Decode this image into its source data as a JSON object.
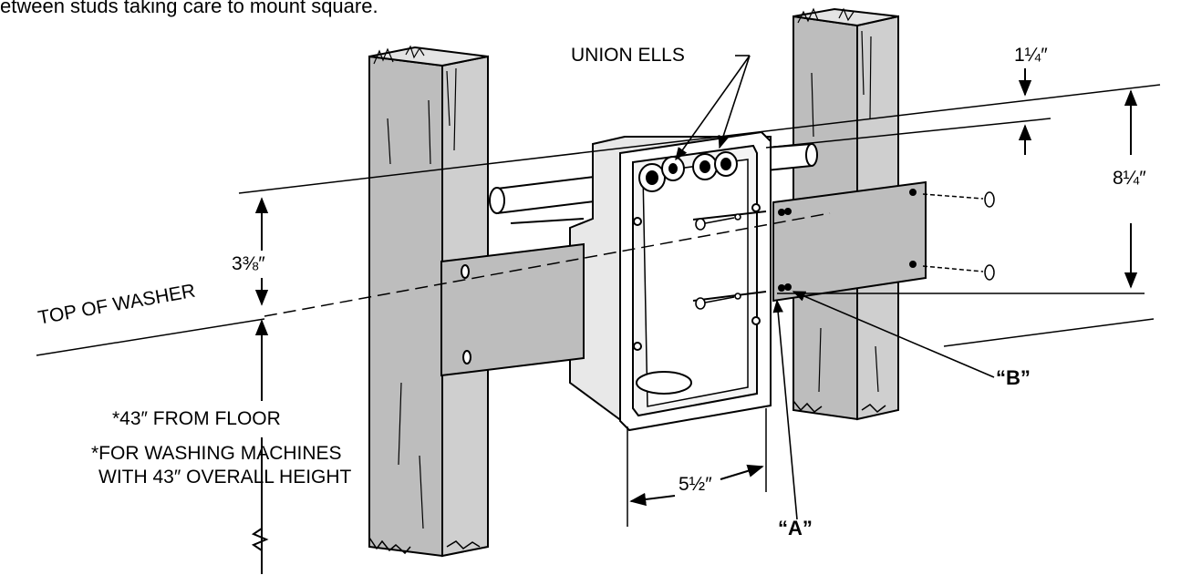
{
  "header_text": "etween studs taking care to mount square.",
  "labels": {
    "union_ells": "UNION ELLS",
    "dim_top": "1¼″",
    "dim_height": "8¼″",
    "dim_offset": "3⅜″",
    "top_of_washer": "TOP OF WASHER",
    "from_floor": "*43″  FROM  FLOOR",
    "note_line1": "*FOR WASHING MACHINES",
    "note_line2": "WITH 43″ OVERALL HEIGHT",
    "dim_width": "5½″",
    "point_a": "“A”",
    "point_b": "“B”"
  }
}
